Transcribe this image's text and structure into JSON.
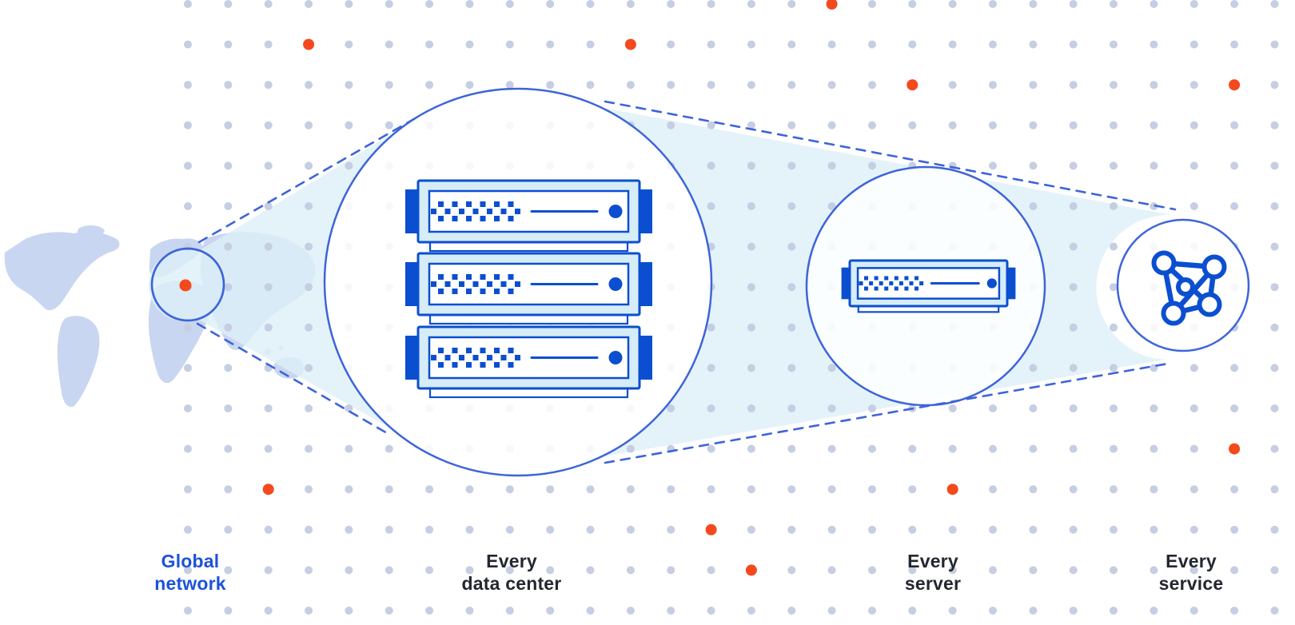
{
  "labels": {
    "global_network": {
      "line1": "Global",
      "line2": "network"
    },
    "data_center": {
      "line1": "Every",
      "line2": "data center"
    },
    "server": {
      "line1": "Every",
      "line2": "server"
    },
    "service": {
      "line1": "Every",
      "line2": "service"
    }
  },
  "icons": {
    "map_pin": "orange-location-dot",
    "rack": "server-rack-3-units",
    "single_server": "server-unit",
    "mesh": "mesh-network-icon"
  },
  "colors": {
    "accent_blue": "#0b4fd0",
    "outline_blue": "#3d64d9",
    "beam_cyan": "#ddf0f7",
    "dot_gray": "#c5cee2",
    "orange": "#f4491d",
    "map_blue": "#c9d6f1",
    "server_fill": "#d6edf8",
    "label_dark": "#23272e",
    "label_blue": "#1c52da"
  },
  "decor": {
    "orange_grid_dots": [
      [
        16,
        0
      ],
      [
        3,
        1
      ],
      [
        11,
        1
      ],
      [
        18,
        2
      ],
      [
        26,
        2
      ],
      [
        26,
        11
      ],
      [
        2,
        12
      ],
      [
        19,
        12
      ],
      [
        13,
        13
      ],
      [
        14,
        14
      ]
    ]
  }
}
